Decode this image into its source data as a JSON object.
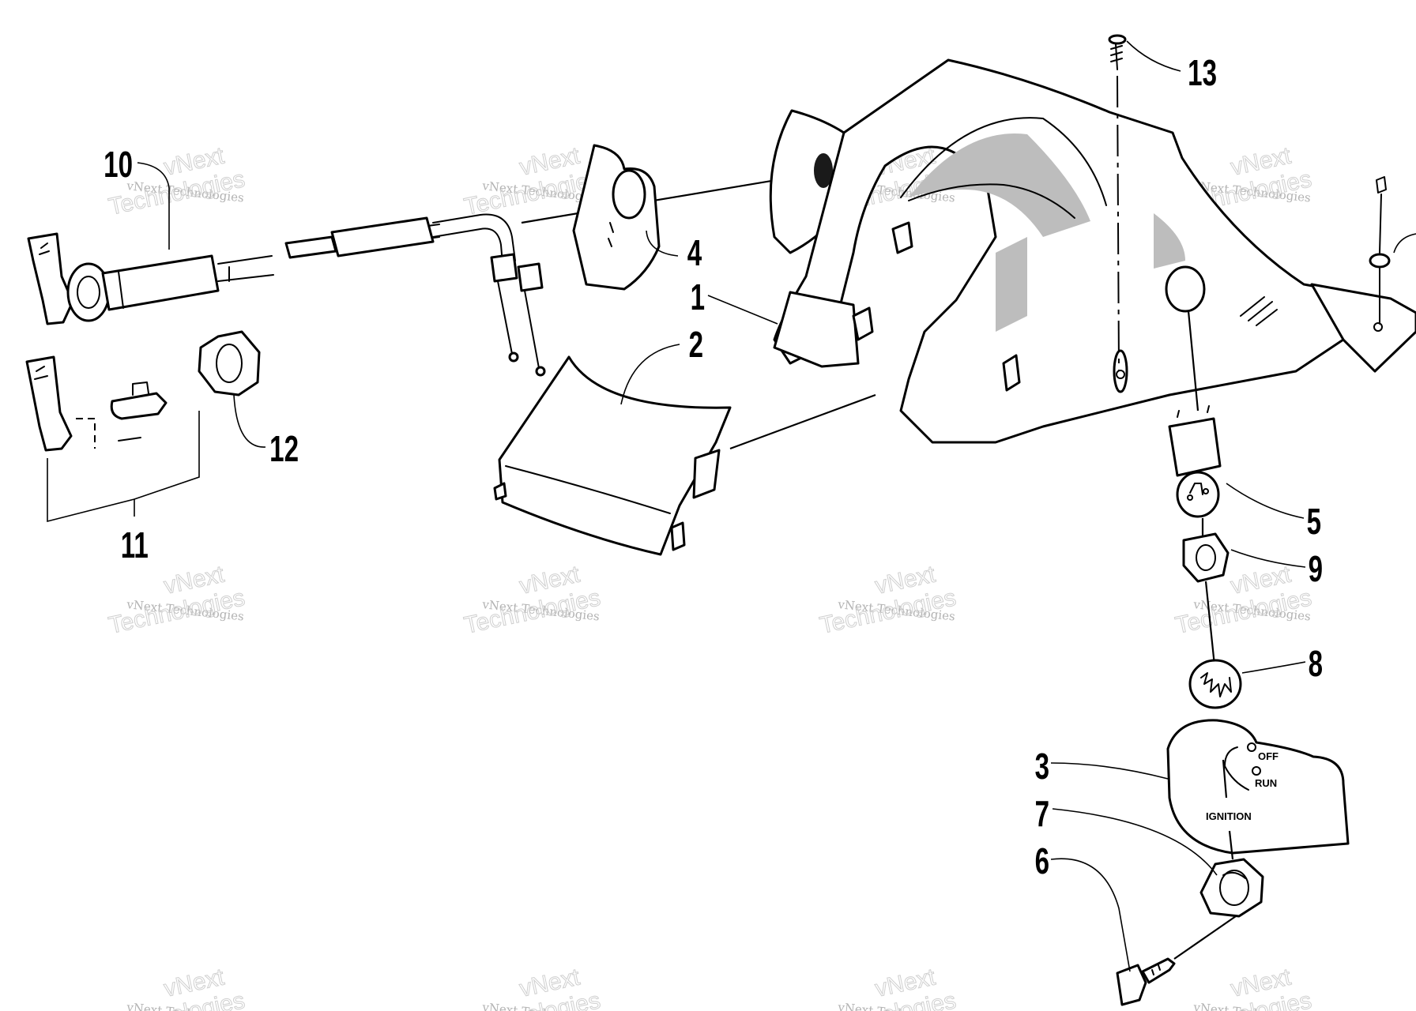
{
  "diagram": {
    "callouts": [
      {
        "id": "c1",
        "label": "1"
      },
      {
        "id": "c2",
        "label": "2"
      },
      {
        "id": "c3",
        "label": "3"
      },
      {
        "id": "c4",
        "label": "4"
      },
      {
        "id": "c5",
        "label": "5"
      },
      {
        "id": "c6",
        "label": "6"
      },
      {
        "id": "c7",
        "label": "7"
      },
      {
        "id": "c8",
        "label": "8"
      },
      {
        "id": "c9",
        "label": "9"
      },
      {
        "id": "c10",
        "label": "10"
      },
      {
        "id": "c11",
        "label": "11"
      },
      {
        "id": "c12",
        "label": "12"
      },
      {
        "id": "c13",
        "label": "13"
      }
    ],
    "switch_panel": {
      "off": "OFF",
      "run": "RUN",
      "ignition": "IGNITION"
    },
    "watermark": {
      "small": "vNext Technologies",
      "big": "Technologies",
      "top": "vNext"
    }
  }
}
